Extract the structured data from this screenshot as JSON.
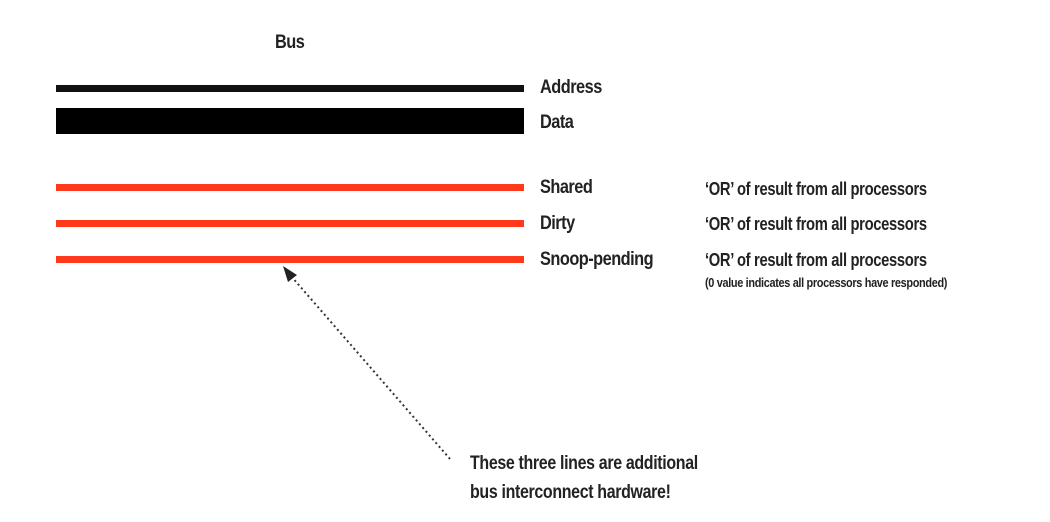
{
  "title": "Bus",
  "lines": [
    {
      "id": "address",
      "label": "Address",
      "color": "#111111"
    },
    {
      "id": "data",
      "label": "Data",
      "color": "#000000"
    },
    {
      "id": "shared",
      "label": "Shared",
      "color": "#ff3a1c",
      "note": "‘OR’ of result from all processors"
    },
    {
      "id": "dirty",
      "label": "Dirty",
      "color": "#ff3a1c",
      "note": "‘OR’ of result from all processors"
    },
    {
      "id": "snoop-pending",
      "label": "Snoop-pending",
      "color": "#ff3a1c",
      "note": "‘OR’ of result from all processors",
      "subnote": "(0 value indicates all processors have responded)"
    }
  ],
  "callout": {
    "line1": "These three lines are additional",
    "line2": "bus interconnect hardware!"
  }
}
